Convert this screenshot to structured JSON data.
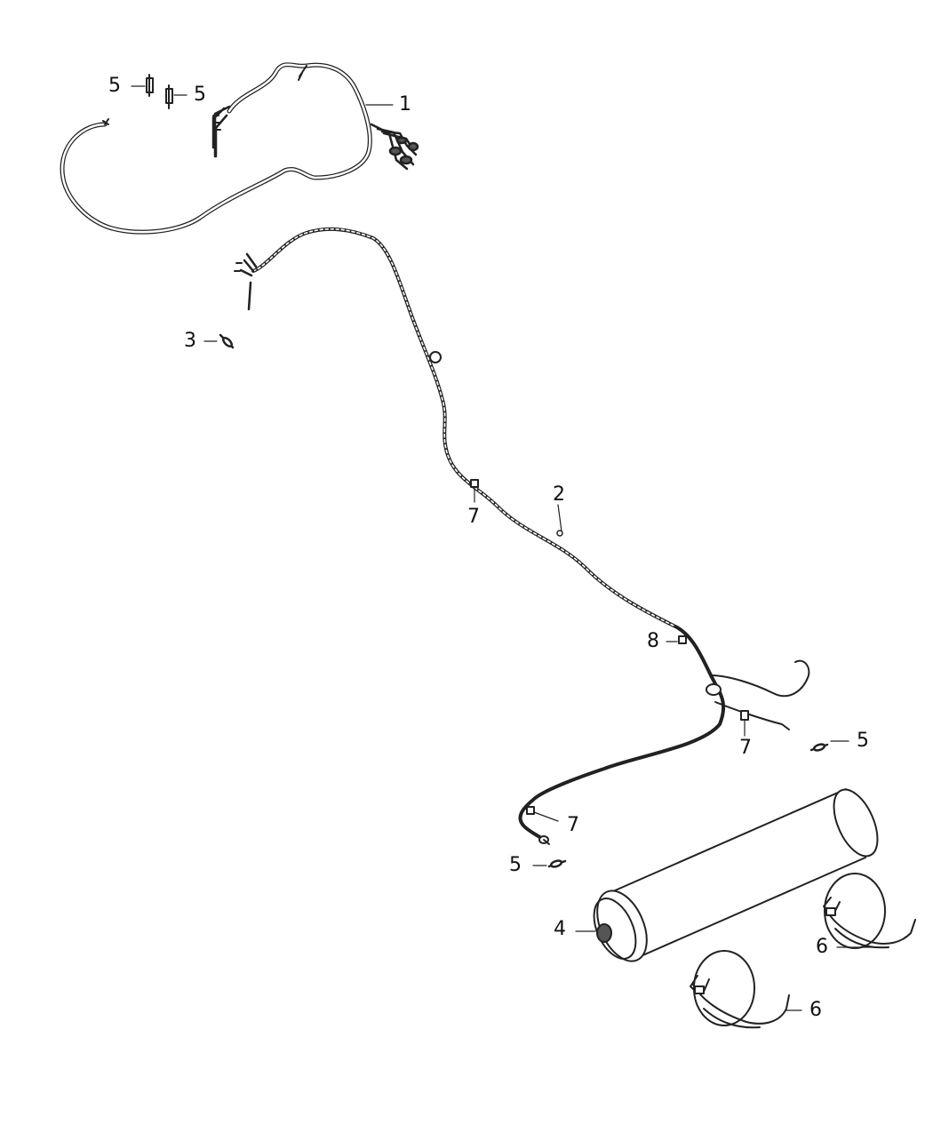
{
  "diagram": {
    "callouts": {
      "c1": "1",
      "c2": "2",
      "c3": "3",
      "c4": "4",
      "c5a": "5",
      "c5b": "5",
      "c5c": "5",
      "c5d": "5",
      "c6a": "6",
      "c6b": "6",
      "c7a": "7",
      "c7b": "7",
      "c7c": "7",
      "c8": "8"
    },
    "line_color": "#111111",
    "background": "#ffffff"
  }
}
